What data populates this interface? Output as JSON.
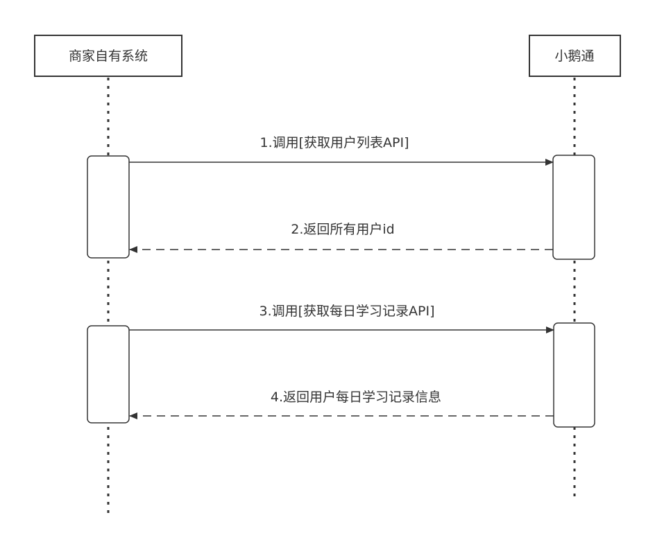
{
  "colors": {
    "stroke": "#333333",
    "text": "#333333",
    "background": "#ffffff"
  },
  "participants": [
    {
      "id": "merchant",
      "label": "商家自有系统"
    },
    {
      "id": "xiaoe",
      "label": "小鹅通"
    }
  ],
  "messages": [
    {
      "from": "merchant",
      "to": "xiaoe",
      "style": "solid",
      "label": "1.调用[获取用户列表API]"
    },
    {
      "from": "xiaoe",
      "to": "merchant",
      "style": "dashed",
      "label": "2.返回所有用户id"
    },
    {
      "from": "merchant",
      "to": "xiaoe",
      "style": "solid",
      "label": "3.调用[获取每日学习记录API]"
    },
    {
      "from": "xiaoe",
      "to": "merchant",
      "style": "dashed",
      "label": "4.返回用户每日学习记录信息"
    }
  ]
}
